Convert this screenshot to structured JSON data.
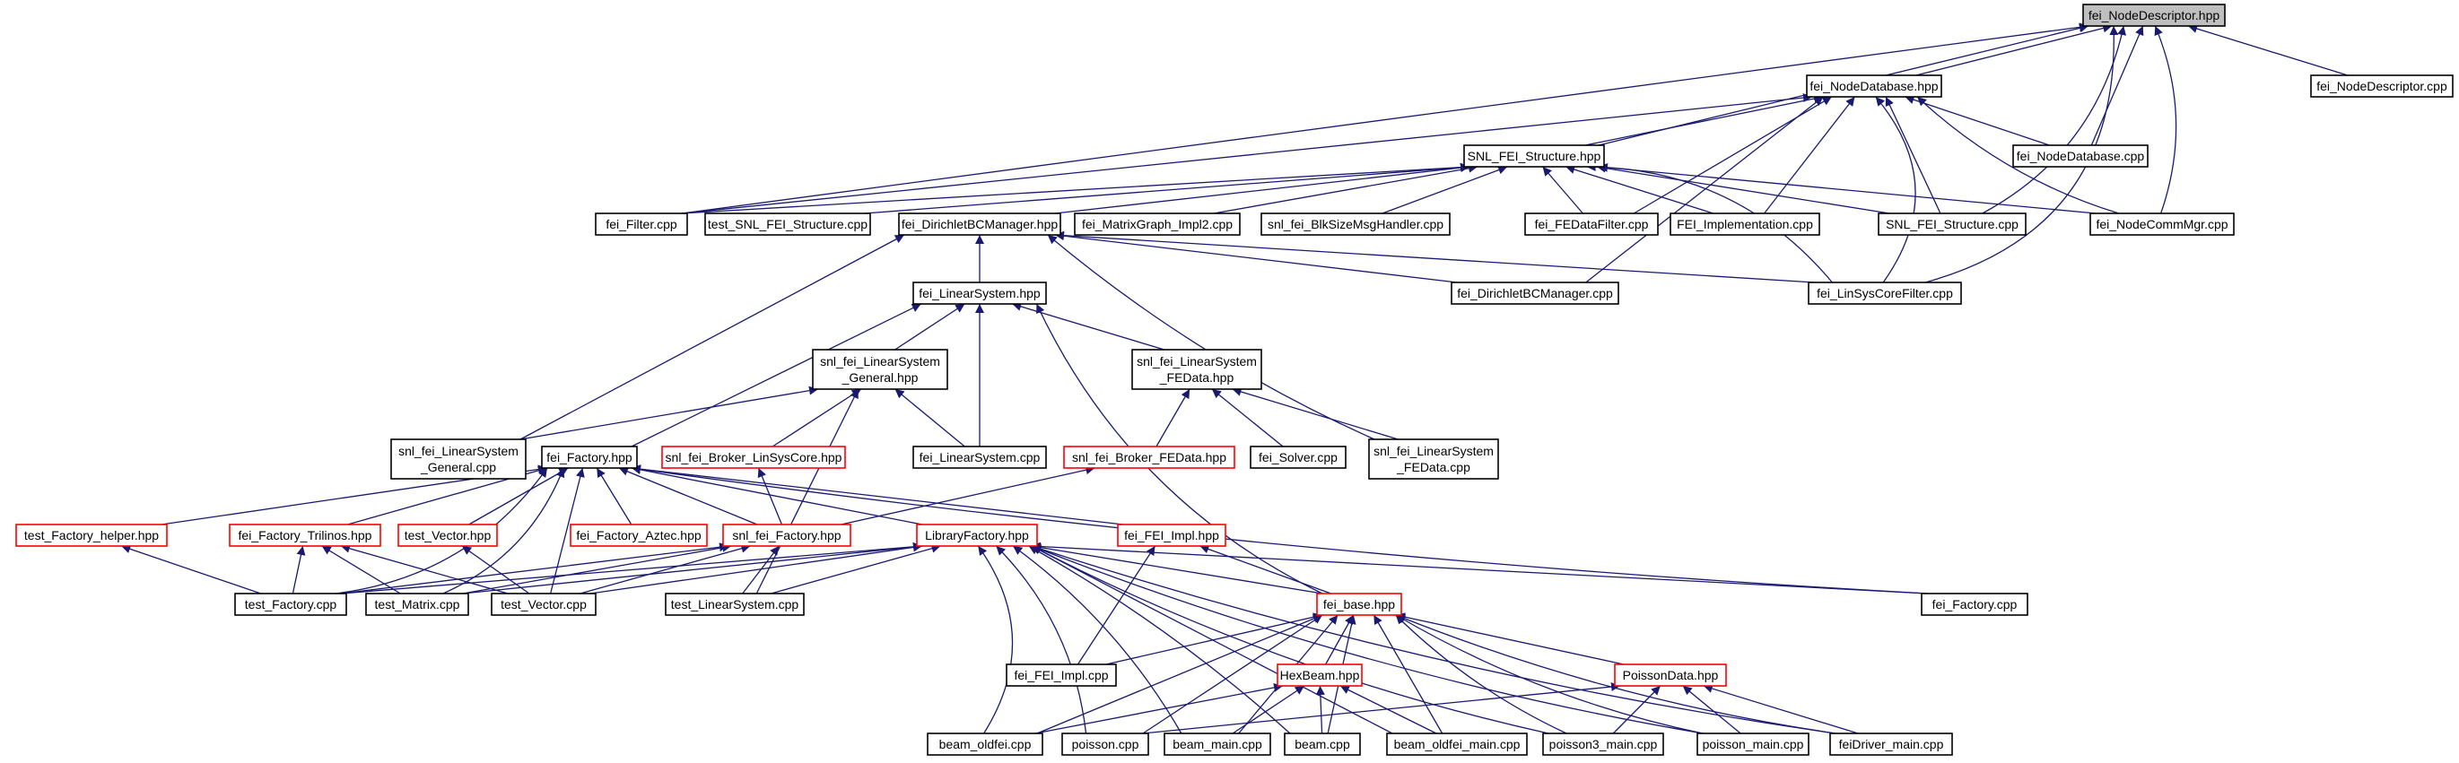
{
  "graph": {
    "colors": {
      "edge": "#191970",
      "normal_border": "#000000",
      "truncated_border": "#ff0000",
      "root_fill": "#bfbfbf",
      "text": "#000000"
    },
    "nodes": [
      {
        "id": "fei_NodeDescriptor_hpp",
        "label": [
          "fei_NodeDescriptor.hpp"
        ],
        "style": "root"
      },
      {
        "id": "fei_NodeDatabase_hpp",
        "label": [
          "fei_NodeDatabase.hpp"
        ],
        "style": "normal"
      },
      {
        "id": "fei_NodeDescriptor_cpp",
        "label": [
          "fei_NodeDescriptor.cpp"
        ],
        "style": "normal"
      },
      {
        "id": "SNL_FEI_Structure_hpp",
        "label": [
          "SNL_FEI_Structure.hpp"
        ],
        "style": "normal"
      },
      {
        "id": "fei_NodeDatabase_cpp",
        "label": [
          "fei_NodeDatabase.cpp"
        ],
        "style": "normal"
      },
      {
        "id": "fei_Filter_cpp",
        "label": [
          "fei_Filter.cpp"
        ],
        "style": "normal"
      },
      {
        "id": "test_SNL_FEI_Structure_cpp",
        "label": [
          "test_SNL_FEI_Structure.cpp"
        ],
        "style": "normal"
      },
      {
        "id": "fei_DirichletBCManager_hpp",
        "label": [
          "fei_DirichletBCManager.hpp"
        ],
        "style": "normal"
      },
      {
        "id": "fei_MatrixGraph_Impl2_cpp",
        "label": [
          "fei_MatrixGraph_Impl2.cpp"
        ],
        "style": "normal"
      },
      {
        "id": "snl_fei_BlkSizeMsgHandler_cpp",
        "label": [
          "snl_fei_BlkSizeMsgHandler.cpp"
        ],
        "style": "normal"
      },
      {
        "id": "fei_FEDataFilter_cpp",
        "label": [
          "fei_FEDataFilter.cpp"
        ],
        "style": "normal"
      },
      {
        "id": "FEI_Implementation_cpp",
        "label": [
          "FEI_Implementation.cpp"
        ],
        "style": "normal"
      },
      {
        "id": "SNL_FEI_Structure_cpp",
        "label": [
          "SNL_FEI_Structure.cpp"
        ],
        "style": "normal"
      },
      {
        "id": "fei_NodeCommMgr_cpp",
        "label": [
          "fei_NodeCommMgr.cpp"
        ],
        "style": "normal"
      },
      {
        "id": "fei_LinearSystem_hpp",
        "label": [
          "fei_LinearSystem.hpp"
        ],
        "style": "normal"
      },
      {
        "id": "fei_DirichletBCManager_cpp",
        "label": [
          "fei_DirichletBCManager.cpp"
        ],
        "style": "normal"
      },
      {
        "id": "fei_LinSysCoreFilter_cpp",
        "label": [
          "fei_LinSysCoreFilter.cpp"
        ],
        "style": "normal"
      },
      {
        "id": "snl_fei_LinearSystem_General_hpp",
        "label": [
          "snl_fei_LinearSystem",
          "_General.hpp"
        ],
        "style": "normal"
      },
      {
        "id": "snl_fei_LinearSystem_FEData_hpp",
        "label": [
          "snl_fei_LinearSystem",
          "_FEData.hpp"
        ],
        "style": "normal"
      },
      {
        "id": "snl_fei_LinearSystem_General_cpp",
        "label": [
          "snl_fei_LinearSystem",
          "_General.cpp"
        ],
        "style": "normal"
      },
      {
        "id": "fei_Factory_hpp",
        "label": [
          "fei_Factory.hpp"
        ],
        "style": "normal"
      },
      {
        "id": "snl_fei_Broker_LinSysCore_hpp",
        "label": [
          "snl_fei_Broker_LinSysCore.hpp"
        ],
        "style": "truncated"
      },
      {
        "id": "fei_LinearSystem_cpp",
        "label": [
          "fei_LinearSystem.cpp"
        ],
        "style": "normal"
      },
      {
        "id": "snl_fei_Broker_FEData_hpp",
        "label": [
          "snl_fei_Broker_FEData.hpp"
        ],
        "style": "truncated"
      },
      {
        "id": "fei_Solver_cpp",
        "label": [
          "fei_Solver.cpp"
        ],
        "style": "normal"
      },
      {
        "id": "snl_fei_LinearSystem_FEData_cpp",
        "label": [
          "snl_fei_LinearSystem",
          "_FEData.cpp"
        ],
        "style": "normal"
      },
      {
        "id": "test_Factory_helper_hpp",
        "label": [
          "test_Factory_helper.hpp"
        ],
        "style": "truncated"
      },
      {
        "id": "fei_Factory_Trilinos_hpp",
        "label": [
          "fei_Factory_Trilinos.hpp"
        ],
        "style": "truncated"
      },
      {
        "id": "test_Vector_hpp",
        "label": [
          "test_Vector.hpp"
        ],
        "style": "truncated"
      },
      {
        "id": "fei_Factory_Aztec_hpp",
        "label": [
          "fei_Factory_Aztec.hpp"
        ],
        "style": "truncated"
      },
      {
        "id": "snl_fei_Factory_hpp",
        "label": [
          "snl_fei_Factory.hpp"
        ],
        "style": "truncated"
      },
      {
        "id": "LibraryFactory_hpp",
        "label": [
          "LibraryFactory.hpp"
        ],
        "style": "truncated"
      },
      {
        "id": "fei_FEI_Impl_hpp",
        "label": [
          "fei_FEI_Impl.hpp"
        ],
        "style": "truncated"
      },
      {
        "id": "test_Factory_cpp",
        "label": [
          "test_Factory.cpp"
        ],
        "style": "normal"
      },
      {
        "id": "test_Matrix_cpp",
        "label": [
          "test_Matrix.cpp"
        ],
        "style": "normal"
      },
      {
        "id": "test_Vector_cpp",
        "label": [
          "test_Vector.cpp"
        ],
        "style": "normal"
      },
      {
        "id": "test_LinearSystem_cpp",
        "label": [
          "test_LinearSystem.cpp"
        ],
        "style": "normal"
      },
      {
        "id": "fei_base_hpp",
        "label": [
          "fei_base.hpp"
        ],
        "style": "truncated"
      },
      {
        "id": "fei_Factory_cpp",
        "label": [
          "fei_Factory.cpp"
        ],
        "style": "normal"
      },
      {
        "id": "fei_FEI_Impl_cpp",
        "label": [
          "fei_FEI_Impl.cpp"
        ],
        "style": "normal"
      },
      {
        "id": "HexBeam_hpp",
        "label": [
          "HexBeam.hpp"
        ],
        "style": "truncated"
      },
      {
        "id": "PoissonData_hpp",
        "label": [
          "PoissonData.hpp"
        ],
        "style": "truncated"
      },
      {
        "id": "beam_oldfei_cpp",
        "label": [
          "beam_oldfei.cpp"
        ],
        "style": "normal"
      },
      {
        "id": "poisson_cpp",
        "label": [
          "poisson.cpp"
        ],
        "style": "normal"
      },
      {
        "id": "beam_main_cpp",
        "label": [
          "beam_main.cpp"
        ],
        "style": "normal"
      },
      {
        "id": "beam_cpp",
        "label": [
          "beam.cpp"
        ],
        "style": "normal"
      },
      {
        "id": "beam_oldfei_main_cpp",
        "label": [
          "beam_oldfei_main.cpp"
        ],
        "style": "normal"
      },
      {
        "id": "poisson3_main_cpp",
        "label": [
          "poisson3_main.cpp"
        ],
        "style": "normal"
      },
      {
        "id": "poisson_main_cpp",
        "label": [
          "poisson_main.cpp"
        ],
        "style": "normal"
      },
      {
        "id": "feiDriver_main_cpp",
        "label": [
          "feiDriver_main.cpp"
        ],
        "style": "normal"
      }
    ],
    "edges": [
      {
        "from": "fei_NodeDescriptor_hpp",
        "to": "fei_NodeDatabase_hpp"
      },
      {
        "from": "fei_NodeDescriptor_hpp",
        "to": "fei_NodeDescriptor_cpp"
      },
      {
        "from": "fei_NodeDescriptor_hpp",
        "to": "SNL_FEI_Structure_hpp"
      },
      {
        "from": "fei_NodeDescriptor_hpp",
        "to": "fei_Filter_cpp"
      },
      {
        "from": "fei_NodeDescriptor_hpp",
        "to": "fei_NodeDatabase_cpp"
      },
      {
        "from": "fei_NodeDescriptor_hpp",
        "to": "SNL_FEI_Structure_cpp"
      },
      {
        "from": "fei_NodeDescriptor_hpp",
        "to": "fei_NodeCommMgr_cpp"
      },
      {
        "from": "fei_NodeDescriptor_hpp",
        "to": "fei_LinSysCoreFilter_cpp"
      },
      {
        "from": "fei_NodeDatabase_hpp",
        "to": "SNL_FEI_Structure_hpp"
      },
      {
        "from": "fei_NodeDatabase_hpp",
        "to": "fei_Filter_cpp"
      },
      {
        "from": "fei_NodeDatabase_hpp",
        "to": "fei_NodeDatabase_cpp"
      },
      {
        "from": "fei_NodeDatabase_hpp",
        "to": "fei_FEDataFilter_cpp"
      },
      {
        "from": "fei_NodeDatabase_hpp",
        "to": "FEI_Implementation_cpp"
      },
      {
        "from": "fei_NodeDatabase_hpp",
        "to": "SNL_FEI_Structure_cpp"
      },
      {
        "from": "fei_NodeDatabase_hpp",
        "to": "fei_NodeCommMgr_cpp"
      },
      {
        "from": "fei_NodeDatabase_hpp",
        "to": "fei_DirichletBCManager_cpp"
      },
      {
        "from": "fei_NodeDatabase_hpp",
        "to": "fei_LinSysCoreFilter_cpp"
      },
      {
        "from": "SNL_FEI_Structure_hpp",
        "to": "fei_Filter_cpp"
      },
      {
        "from": "SNL_FEI_Structure_hpp",
        "to": "test_SNL_FEI_Structure_cpp"
      },
      {
        "from": "SNL_FEI_Structure_hpp",
        "to": "fei_DirichletBCManager_hpp"
      },
      {
        "from": "SNL_FEI_Structure_hpp",
        "to": "fei_MatrixGraph_Impl2_cpp"
      },
      {
        "from": "SNL_FEI_Structure_hpp",
        "to": "snl_fei_BlkSizeMsgHandler_cpp"
      },
      {
        "from": "SNL_FEI_Structure_hpp",
        "to": "fei_FEDataFilter_cpp"
      },
      {
        "from": "SNL_FEI_Structure_hpp",
        "to": "FEI_Implementation_cpp"
      },
      {
        "from": "SNL_FEI_Structure_hpp",
        "to": "SNL_FEI_Structure_cpp"
      },
      {
        "from": "SNL_FEI_Structure_hpp",
        "to": "fei_NodeCommMgr_cpp"
      },
      {
        "from": "SNL_FEI_Structure_hpp",
        "to": "fei_LinSysCoreFilter_cpp"
      },
      {
        "from": "fei_DirichletBCManager_hpp",
        "to": "fei_LinearSystem_hpp"
      },
      {
        "from": "fei_DirichletBCManager_hpp",
        "to": "fei_DirichletBCManager_cpp"
      },
      {
        "from": "fei_DirichletBCManager_hpp",
        "to": "fei_LinSysCoreFilter_cpp"
      },
      {
        "from": "fei_DirichletBCManager_hpp",
        "to": "snl_fei_LinearSystem_General_cpp"
      },
      {
        "from": "fei_DirichletBCManager_hpp",
        "to": "snl_fei_LinearSystem_FEData_cpp"
      },
      {
        "from": "fei_LinearSystem_hpp",
        "to": "snl_fei_LinearSystem_General_hpp"
      },
      {
        "from": "fei_LinearSystem_hpp",
        "to": "snl_fei_LinearSystem_FEData_hpp"
      },
      {
        "from": "fei_LinearSystem_hpp",
        "to": "fei_LinearSystem_cpp"
      },
      {
        "from": "fei_LinearSystem_hpp",
        "to": "fei_Factory_hpp"
      },
      {
        "from": "fei_LinearSystem_hpp",
        "to": "fei_base_hpp"
      },
      {
        "from": "snl_fei_LinearSystem_General_hpp",
        "to": "snl_fei_LinearSystem_General_cpp"
      },
      {
        "from": "snl_fei_LinearSystem_General_hpp",
        "to": "snl_fei_Broker_LinSysCore_hpp"
      },
      {
        "from": "snl_fei_LinearSystem_General_hpp",
        "to": "fei_LinearSystem_cpp"
      },
      {
        "from": "snl_fei_LinearSystem_General_hpp",
        "to": "test_LinearSystem_cpp"
      },
      {
        "from": "snl_fei_LinearSystem_FEData_hpp",
        "to": "snl_fei_Broker_FEData_hpp"
      },
      {
        "from": "snl_fei_LinearSystem_FEData_hpp",
        "to": "fei_Solver_cpp"
      },
      {
        "from": "snl_fei_LinearSystem_FEData_hpp",
        "to": "snl_fei_LinearSystem_FEData_cpp"
      },
      {
        "from": "snl_fei_Broker_LinSysCore_hpp",
        "to": "snl_fei_Factory_hpp"
      },
      {
        "from": "snl_fei_Broker_FEData_hpp",
        "to": "snl_fei_Factory_hpp"
      },
      {
        "from": "fei_Factory_hpp",
        "to": "test_Factory_helper_hpp"
      },
      {
        "from": "fei_Factory_hpp",
        "to": "fei_Factory_Trilinos_hpp"
      },
      {
        "from": "fei_Factory_hpp",
        "to": "test_Vector_hpp"
      },
      {
        "from": "fei_Factory_hpp",
        "to": "fei_Factory_Aztec_hpp"
      },
      {
        "from": "fei_Factory_hpp",
        "to": "snl_fei_Factory_hpp"
      },
      {
        "from": "fei_Factory_hpp",
        "to": "LibraryFactory_hpp"
      },
      {
        "from": "fei_Factory_hpp",
        "to": "fei_FEI_Impl_hpp"
      },
      {
        "from": "fei_Factory_hpp",
        "to": "test_Factory_cpp"
      },
      {
        "from": "fei_Factory_hpp",
        "to": "test_Matrix_cpp"
      },
      {
        "from": "fei_Factory_hpp",
        "to": "test_Vector_cpp"
      },
      {
        "from": "fei_Factory_hpp",
        "to": "fei_Factory_cpp"
      },
      {
        "from": "test_Factory_helper_hpp",
        "to": "test_Factory_cpp"
      },
      {
        "from": "fei_Factory_Trilinos_hpp",
        "to": "test_Factory_cpp"
      },
      {
        "from": "fei_Factory_Trilinos_hpp",
        "to": "test_Matrix_cpp"
      },
      {
        "from": "fei_Factory_Trilinos_hpp",
        "to": "test_Vector_cpp"
      },
      {
        "from": "test_Vector_hpp",
        "to": "test_Vector_cpp"
      },
      {
        "from": "snl_fei_Factory_hpp",
        "to": "test_Factory_cpp"
      },
      {
        "from": "snl_fei_Factory_hpp",
        "to": "test_Matrix_cpp"
      },
      {
        "from": "snl_fei_Factory_hpp",
        "to": "test_Vector_cpp"
      },
      {
        "from": "snl_fei_Factory_hpp",
        "to": "test_LinearSystem_cpp"
      },
      {
        "from": "LibraryFactory_hpp",
        "to": "test_Factory_cpp"
      },
      {
        "from": "LibraryFactory_hpp",
        "to": "test_Matrix_cpp"
      },
      {
        "from": "LibraryFactory_hpp",
        "to": "test_Vector_cpp"
      },
      {
        "from": "LibraryFactory_hpp",
        "to": "test_LinearSystem_cpp"
      },
      {
        "from": "LibraryFactory_hpp",
        "to": "fei_base_hpp"
      },
      {
        "from": "LibraryFactory_hpp",
        "to": "fei_Factory_cpp"
      },
      {
        "from": "LibraryFactory_hpp",
        "to": "beam_oldfei_cpp"
      },
      {
        "from": "LibraryFactory_hpp",
        "to": "poisson_cpp"
      },
      {
        "from": "LibraryFactory_hpp",
        "to": "beam_main_cpp"
      },
      {
        "from": "LibraryFactory_hpp",
        "to": "beam_cpp"
      },
      {
        "from": "LibraryFactory_hpp",
        "to": "beam_oldfei_main_cpp"
      },
      {
        "from": "LibraryFactory_hpp",
        "to": "poisson3_main_cpp"
      },
      {
        "from": "LibraryFactory_hpp",
        "to": "poisson_main_cpp"
      },
      {
        "from": "LibraryFactory_hpp",
        "to": "feiDriver_main_cpp"
      },
      {
        "from": "fei_FEI_Impl_hpp",
        "to": "fei_FEI_Impl_cpp"
      },
      {
        "from": "fei_FEI_Impl_hpp",
        "to": "fei_base_hpp"
      },
      {
        "from": "fei_base_hpp",
        "to": "fei_FEI_Impl_cpp"
      },
      {
        "from": "fei_base_hpp",
        "to": "HexBeam_hpp"
      },
      {
        "from": "fei_base_hpp",
        "to": "PoissonData_hpp"
      },
      {
        "from": "fei_base_hpp",
        "to": "beam_oldfei_cpp"
      },
      {
        "from": "fei_base_hpp",
        "to": "poisson_cpp"
      },
      {
        "from": "fei_base_hpp",
        "to": "beam_main_cpp"
      },
      {
        "from": "fei_base_hpp",
        "to": "beam_cpp"
      },
      {
        "from": "fei_base_hpp",
        "to": "beam_oldfei_main_cpp"
      },
      {
        "from": "fei_base_hpp",
        "to": "poisson3_main_cpp"
      },
      {
        "from": "fei_base_hpp",
        "to": "poisson_main_cpp"
      },
      {
        "from": "fei_base_hpp",
        "to": "feiDriver_main_cpp"
      },
      {
        "from": "HexBeam_hpp",
        "to": "beam_oldfei_cpp"
      },
      {
        "from": "HexBeam_hpp",
        "to": "beam_main_cpp"
      },
      {
        "from": "HexBeam_hpp",
        "to": "beam_cpp"
      },
      {
        "from": "HexBeam_hpp",
        "to": "beam_oldfei_main_cpp"
      },
      {
        "from": "PoissonData_hpp",
        "to": "poisson_cpp"
      },
      {
        "from": "PoissonData_hpp",
        "to": "poisson3_main_cpp"
      },
      {
        "from": "PoissonData_hpp",
        "to": "poisson_main_cpp"
      },
      {
        "from": "PoissonData_hpp",
        "to": "feiDriver_main_cpp"
      }
    ]
  }
}
